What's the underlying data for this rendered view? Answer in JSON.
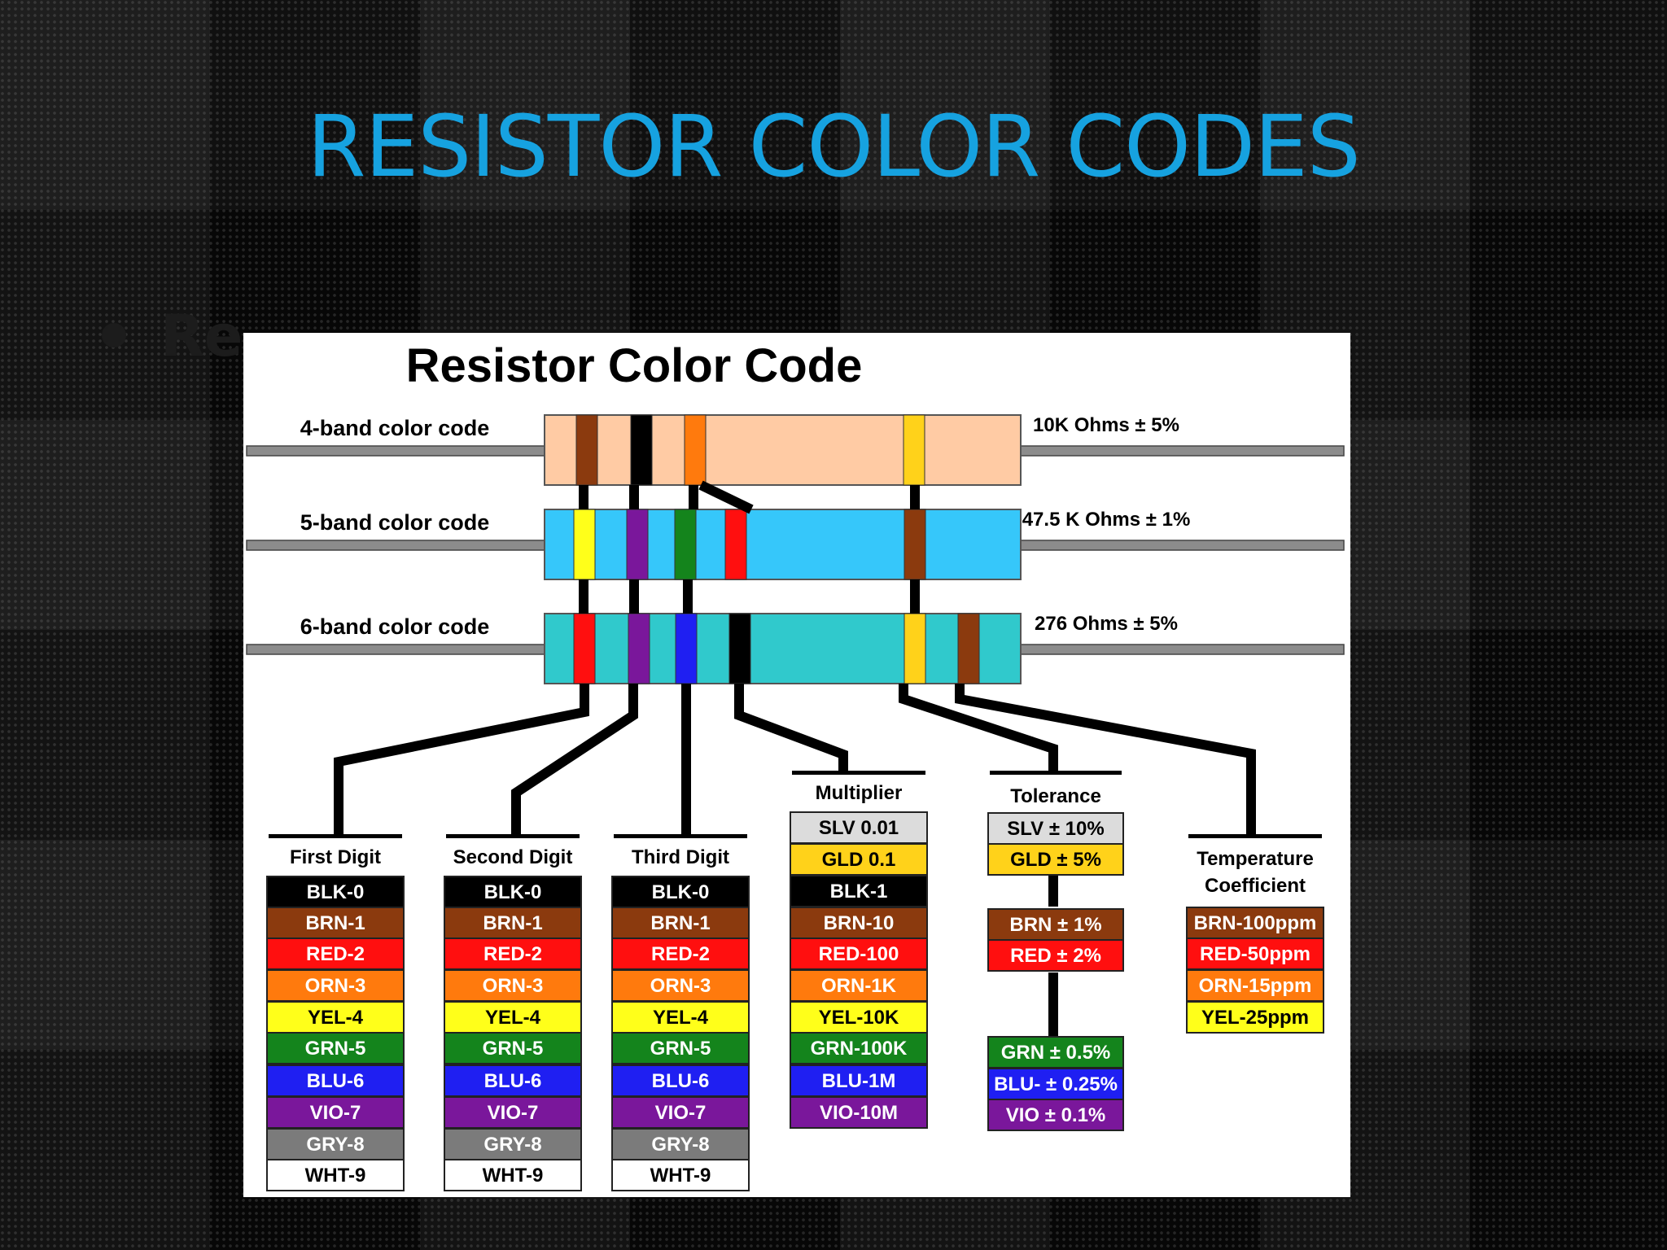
{
  "slide": {
    "title": "RESISTOR COLOR CODES",
    "bullet_text": "Re"
  },
  "diagram": {
    "title": "Resistor Color Code",
    "colors": {
      "BLK": "#000000",
      "BRN": "#8b3a0e",
      "RED": "#ff0f0f",
      "ORN": "#ff7a0d",
      "YEL": "#ffff1a",
      "GRN": "#14841c",
      "BLU": "#1f1ff2",
      "VIO": "#7a179b",
      "GRY": "#7b7b7b",
      "WHT": "#ffffff",
      "SLV": "#dcdcdc",
      "GLD": "#ffd21a"
    },
    "resistors": [
      {
        "label": "4-band color code",
        "value": "10K Ohms ± 5%",
        "body_color": "#ffcba4",
        "bands": [
          "BRN",
          "BLK",
          "ORN",
          "GLD"
        ]
      },
      {
        "label": "5-band color code",
        "value": "47.5 K Ohms ± 1%",
        "body_color": "#36c7fa",
        "bands": [
          "YEL",
          "VIO",
          "GRN",
          "RED",
          "BRN"
        ]
      },
      {
        "label": "6-band color code",
        "value": "276 Ohms ± 5%",
        "body_color": "#30c9cc",
        "bands": [
          "RED",
          "VIO",
          "BLU",
          "BLK",
          "GLD",
          "BRN"
        ]
      }
    ],
    "columns": [
      {
        "heading": [
          "First Digit"
        ],
        "items": [
          {
            "text": "BLK-0",
            "color": "BLK"
          },
          {
            "text": "BRN-1",
            "color": "BRN"
          },
          {
            "text": "RED-2",
            "color": "RED"
          },
          {
            "text": "ORN-3",
            "color": "ORN"
          },
          {
            "text": "YEL-4",
            "color": "YEL"
          },
          {
            "text": "GRN-5",
            "color": "GRN"
          },
          {
            "text": "BLU-6",
            "color": "BLU"
          },
          {
            "text": "VIO-7",
            "color": "VIO"
          },
          {
            "text": "GRY-8",
            "color": "GRY"
          },
          {
            "text": "WHT-9",
            "color": "WHT"
          }
        ]
      },
      {
        "heading": [
          "Second Digit"
        ],
        "items": [
          {
            "text": "BLK-0",
            "color": "BLK"
          },
          {
            "text": "BRN-1",
            "color": "BRN"
          },
          {
            "text": "RED-2",
            "color": "RED"
          },
          {
            "text": "ORN-3",
            "color": "ORN"
          },
          {
            "text": "YEL-4",
            "color": "YEL"
          },
          {
            "text": "GRN-5",
            "color": "GRN"
          },
          {
            "text": "BLU-6",
            "color": "BLU"
          },
          {
            "text": "VIO-7",
            "color": "VIO"
          },
          {
            "text": "GRY-8",
            "color": "GRY"
          },
          {
            "text": "WHT-9",
            "color": "WHT"
          }
        ]
      },
      {
        "heading": [
          "Third Digit"
        ],
        "items": [
          {
            "text": "BLK-0",
            "color": "BLK"
          },
          {
            "text": "BRN-1",
            "color": "BRN"
          },
          {
            "text": "RED-2",
            "color": "RED"
          },
          {
            "text": "ORN-3",
            "color": "ORN"
          },
          {
            "text": "YEL-4",
            "color": "YEL"
          },
          {
            "text": "GRN-5",
            "color": "GRN"
          },
          {
            "text": "BLU-6",
            "color": "BLU"
          },
          {
            "text": "VIO-7",
            "color": "VIO"
          },
          {
            "text": "GRY-8",
            "color": "GRY"
          },
          {
            "text": "WHT-9",
            "color": "WHT"
          }
        ]
      },
      {
        "heading": [
          "Multiplier"
        ],
        "items": [
          {
            "text": "SLV 0.01",
            "color": "SLV"
          },
          {
            "text": "GLD 0.1",
            "color": "GLD"
          },
          {
            "text": "BLK-1",
            "color": "BLK"
          },
          {
            "text": "BRN-10",
            "color": "BRN"
          },
          {
            "text": "RED-100",
            "color": "RED"
          },
          {
            "text": "ORN-1K",
            "color": "ORN"
          },
          {
            "text": "YEL-10K",
            "color": "YEL"
          },
          {
            "text": "GRN-100K",
            "color": "GRN"
          },
          {
            "text": "BLU-1M",
            "color": "BLU"
          },
          {
            "text": "VIO-10M",
            "color": "VIO"
          }
        ]
      },
      {
        "heading": [
          "Tolerance"
        ],
        "items": [
          {
            "text": "SLV ± 10%",
            "color": "SLV"
          },
          {
            "text": "GLD ±  5%",
            "color": "GLD"
          },
          {
            "text": "BRN ± 1%",
            "color": "BRN"
          },
          {
            "text": "RED ± 2%",
            "color": "RED"
          },
          {
            "text": "GRN ± 0.5%",
            "color": "GRN"
          },
          {
            "text": "BLU- ± 0.25%",
            "color": "BLU"
          },
          {
            "text": "VIO ± 0.1%",
            "color": "VIO"
          }
        ]
      },
      {
        "heading": [
          "Temperature",
          "Coefficient"
        ],
        "items": [
          {
            "text": "BRN-100ppm",
            "color": "BRN"
          },
          {
            "text": "RED-50ppm",
            "color": "RED"
          },
          {
            "text": "ORN-15ppm",
            "color": "ORN"
          },
          {
            "text": "YEL-25ppm",
            "color": "YEL"
          }
        ]
      }
    ]
  }
}
